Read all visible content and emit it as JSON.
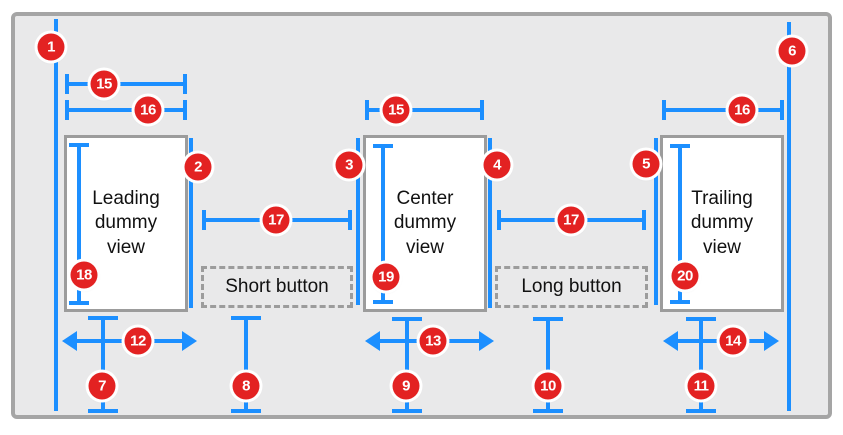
{
  "diagram": {
    "kind": "auto-layout-constraint-diagram",
    "palette": {
      "accent_blue": "#1c8fff",
      "marker_red": "#e32222",
      "frame_border_gray": "#a5a5a5",
      "view_border_gray": "#9c9c9c",
      "plate_background": "#e9e9ea"
    }
  },
  "views": [
    {
      "label": "Leading dummy view"
    },
    {
      "label": "Center dummy view"
    },
    {
      "label": "Trailing dummy view"
    }
  ],
  "buttons": [
    {
      "label": "Short button"
    },
    {
      "label": "Long button"
    }
  ],
  "markers": {
    "c1": "1",
    "c2": "2",
    "c3": "3",
    "c4": "4",
    "c5": "5",
    "c6": "6",
    "c7": "7",
    "c8": "8",
    "c9": "9",
    "c10": "10",
    "c11": "11",
    "c12": "12",
    "c13": "13",
    "c14": "14",
    "c15": "15",
    "c16": "16",
    "c17": "17",
    "c18": "18",
    "c19": "19",
    "c20": "20"
  }
}
